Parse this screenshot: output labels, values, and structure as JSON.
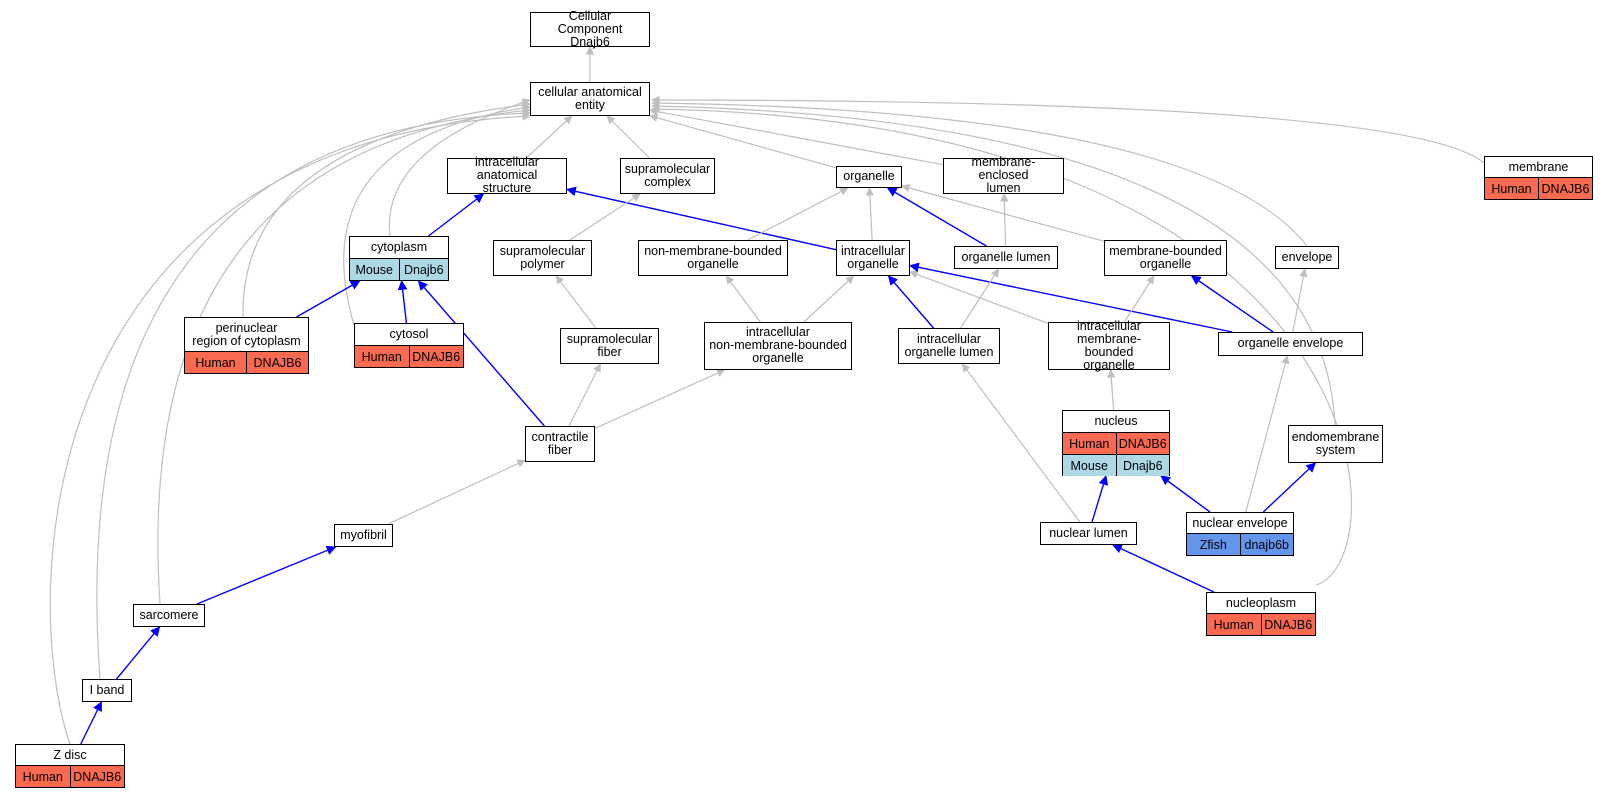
{
  "colors": {
    "is_a_edge": "#bfbfbf",
    "part_of_edge": "#0000ff",
    "human": "#fa6a50",
    "mouse": "#add8e6",
    "zfish": "#6495ed"
  },
  "nodes": [
    {
      "id": "root",
      "label": "Cellular Component\nDnajb6"
    },
    {
      "id": "cae",
      "label": "cellular anatomical\nentity"
    },
    {
      "id": "ias",
      "label": "intracellular\nanatomical structure"
    },
    {
      "id": "smc",
      "label": "supramolecular\ncomplex"
    },
    {
      "id": "organelle",
      "label": "organelle"
    },
    {
      "id": "mel",
      "label": "membrane-enclosed\nlumen"
    },
    {
      "id": "membrane",
      "label": "membrane",
      "annotations": [
        {
          "org": "Human",
          "gene": "DNAJB6"
        }
      ]
    },
    {
      "id": "cytoplasm",
      "label": "cytoplasm",
      "annotations": [
        {
          "org": "Mouse",
          "gene": "Dnajb6"
        }
      ]
    },
    {
      "id": "smp",
      "label": "supramolecular\npolymer"
    },
    {
      "id": "nmbo",
      "label": "non-membrane-bounded\norganelle"
    },
    {
      "id": "io",
      "label": "intracellular\norganelle"
    },
    {
      "id": "ol",
      "label": "organelle lumen"
    },
    {
      "id": "mbo",
      "label": "membrane-bounded\norganelle"
    },
    {
      "id": "envelope",
      "label": "envelope"
    },
    {
      "id": "perinuclear",
      "label": "perinuclear\nregion of cytoplasm",
      "annotations": [
        {
          "org": "Human",
          "gene": "DNAJB6"
        }
      ]
    },
    {
      "id": "cytosol",
      "label": "cytosol",
      "annotations": [
        {
          "org": "Human",
          "gene": "DNAJB6"
        }
      ]
    },
    {
      "id": "smf",
      "label": "supramolecular\nfiber"
    },
    {
      "id": "inmbo",
      "label": "intracellular\nnon-membrane-bounded\norganelle"
    },
    {
      "id": "iol",
      "label": "intracellular\norganelle lumen"
    },
    {
      "id": "imbo",
      "label": "intracellular\nmembrane-bounded\norganelle"
    },
    {
      "id": "oe",
      "label": "organelle envelope"
    },
    {
      "id": "nucleus",
      "label": "nucleus",
      "annotations": [
        {
          "org": "Human",
          "gene": "DNAJB6"
        },
        {
          "org": "Mouse",
          "gene": "Dnajb6"
        }
      ]
    },
    {
      "id": "endo",
      "label": "endomembrane\nsystem"
    },
    {
      "id": "cf",
      "label": "contractile\nfiber"
    },
    {
      "id": "myofibril",
      "label": "myofibril"
    },
    {
      "id": "ne",
      "label": "nuclear envelope",
      "annotations": [
        {
          "org": "Zfish",
          "gene": "dnajb6b"
        }
      ]
    },
    {
      "id": "nl",
      "label": "nuclear lumen"
    },
    {
      "id": "sarcomere",
      "label": "sarcomere"
    },
    {
      "id": "nucleoplasm",
      "label": "nucleoplasm",
      "annotations": [
        {
          "org": "Human",
          "gene": "DNAJB6"
        }
      ]
    },
    {
      "id": "iband",
      "label": "I band"
    },
    {
      "id": "zdisc",
      "label": "Z disc",
      "annotations": [
        {
          "org": "Human",
          "gene": "DNAJB6"
        }
      ]
    }
  ],
  "edges": [
    {
      "from": "cae",
      "to": "root",
      "type": "is_a"
    },
    {
      "from": "ias",
      "to": "cae",
      "type": "is_a"
    },
    {
      "from": "smc",
      "to": "cae",
      "type": "is_a"
    },
    {
      "from": "organelle",
      "to": "cae",
      "type": "is_a"
    },
    {
      "from": "mel",
      "to": "cae",
      "type": "is_a"
    },
    {
      "from": "membrane",
      "to": "cae",
      "type": "is_a"
    },
    {
      "from": "envelope",
      "to": "cae",
      "type": "is_a"
    },
    {
      "from": "endo",
      "to": "cae",
      "type": "is_a"
    },
    {
      "from": "nucleoplasm",
      "to": "cae",
      "type": "is_a"
    },
    {
      "from": "cytoplasm",
      "to": "cae",
      "type": "is_a"
    },
    {
      "from": "perinuclear",
      "to": "cae",
      "type": "is_a"
    },
    {
      "from": "cytosol",
      "to": "cae",
      "type": "is_a"
    },
    {
      "from": "sarcomere",
      "to": "cae",
      "type": "is_a"
    },
    {
      "from": "iband",
      "to": "cae",
      "type": "is_a"
    },
    {
      "from": "zdisc",
      "to": "cae",
      "type": "is_a"
    },
    {
      "from": "cytoplasm",
      "to": "ias",
      "type": "part_of"
    },
    {
      "from": "io",
      "to": "ias",
      "type": "part_of"
    },
    {
      "from": "smp",
      "to": "smc",
      "type": "is_a"
    },
    {
      "from": "nmbo",
      "to": "organelle",
      "type": "is_a"
    },
    {
      "from": "io",
      "to": "organelle",
      "type": "is_a"
    },
    {
      "from": "mbo",
      "to": "organelle",
      "type": "is_a"
    },
    {
      "from": "ol",
      "to": "organelle",
      "type": "part_of"
    },
    {
      "from": "ol",
      "to": "mel",
      "type": "is_a"
    },
    {
      "from": "perinuclear",
      "to": "cytoplasm",
      "type": "part_of"
    },
    {
      "from": "cytosol",
      "to": "cytoplasm",
      "type": "part_of"
    },
    {
      "from": "cf",
      "to": "cytoplasm",
      "type": "part_of"
    },
    {
      "from": "smf",
      "to": "smp",
      "type": "is_a"
    },
    {
      "from": "inmbo",
      "to": "nmbo",
      "type": "is_a"
    },
    {
      "from": "inmbo",
      "to": "io",
      "type": "is_a"
    },
    {
      "from": "imbo",
      "to": "io",
      "type": "is_a"
    },
    {
      "from": "iol",
      "to": "io",
      "type": "part_of"
    },
    {
      "from": "oe",
      "to": "io",
      "type": "part_of"
    },
    {
      "from": "iol",
      "to": "ol",
      "type": "is_a"
    },
    {
      "from": "imbo",
      "to": "mbo",
      "type": "is_a"
    },
    {
      "from": "oe",
      "to": "mbo",
      "type": "part_of"
    },
    {
      "from": "oe",
      "to": "envelope",
      "type": "is_a"
    },
    {
      "from": "cf",
      "to": "smf",
      "type": "is_a"
    },
    {
      "from": "cf",
      "to": "inmbo",
      "type": "is_a"
    },
    {
      "from": "nucleus",
      "to": "imbo",
      "type": "is_a"
    },
    {
      "from": "nl",
      "to": "iol",
      "type": "is_a"
    },
    {
      "from": "ne",
      "to": "oe",
      "type": "is_a"
    },
    {
      "from": "myofibril",
      "to": "cf",
      "type": "is_a"
    },
    {
      "from": "ne",
      "to": "nucleus",
      "type": "part_of"
    },
    {
      "from": "nl",
      "to": "nucleus",
      "type": "part_of"
    },
    {
      "from": "ne",
      "to": "endo",
      "type": "part_of"
    },
    {
      "from": "sarcomere",
      "to": "myofibril",
      "type": "part_of"
    },
    {
      "from": "nucleoplasm",
      "to": "nl",
      "type": "part_of"
    },
    {
      "from": "iband",
      "to": "sarcomere",
      "type": "part_of"
    },
    {
      "from": "zdisc",
      "to": "iband",
      "type": "part_of"
    }
  ]
}
